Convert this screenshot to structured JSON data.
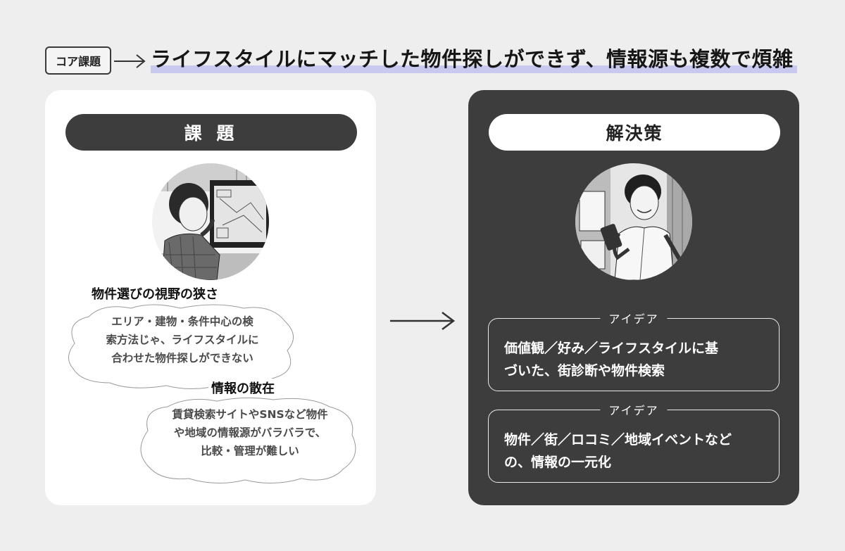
{
  "header": {
    "tag": "コア課題",
    "headline": "ライフスタイルにマッチした物件探しができず、情報源も複数で煩雑"
  },
  "problem": {
    "title": "課 題",
    "items": [
      {
        "title": "物件選びの視野の狭さ",
        "lines": [
          "エリア・建物・条件中心の検",
          "索方法じゃ、ライフスタイルに",
          "合わせた物件探しができない"
        ]
      },
      {
        "title": "情報の散在",
        "lines": [
          "賃貸検索サイトやSNSなど物件",
          "や地域の情報源がバラバラで、",
          "比較・管理が難しい"
        ]
      }
    ]
  },
  "solution": {
    "title": "解決策",
    "ideas": [
      {
        "label": "アイデア",
        "lines": [
          "価値観／好み／ライフスタイルに基",
          "づいた、街診断や物件検索"
        ]
      },
      {
        "label": "アイデア",
        "lines": [
          "物件／街／ロコミ／地域イベントなど",
          "の、情報の一元化"
        ]
      }
    ]
  },
  "colors": {
    "accent_underline": "#c9c8ef",
    "dark_panel": "#3d3d3d",
    "background": "#eeeeee"
  },
  "icons": {
    "portrait_left": "man-at-computer-illustration",
    "portrait_right": "man-with-smartphone-illustration"
  }
}
